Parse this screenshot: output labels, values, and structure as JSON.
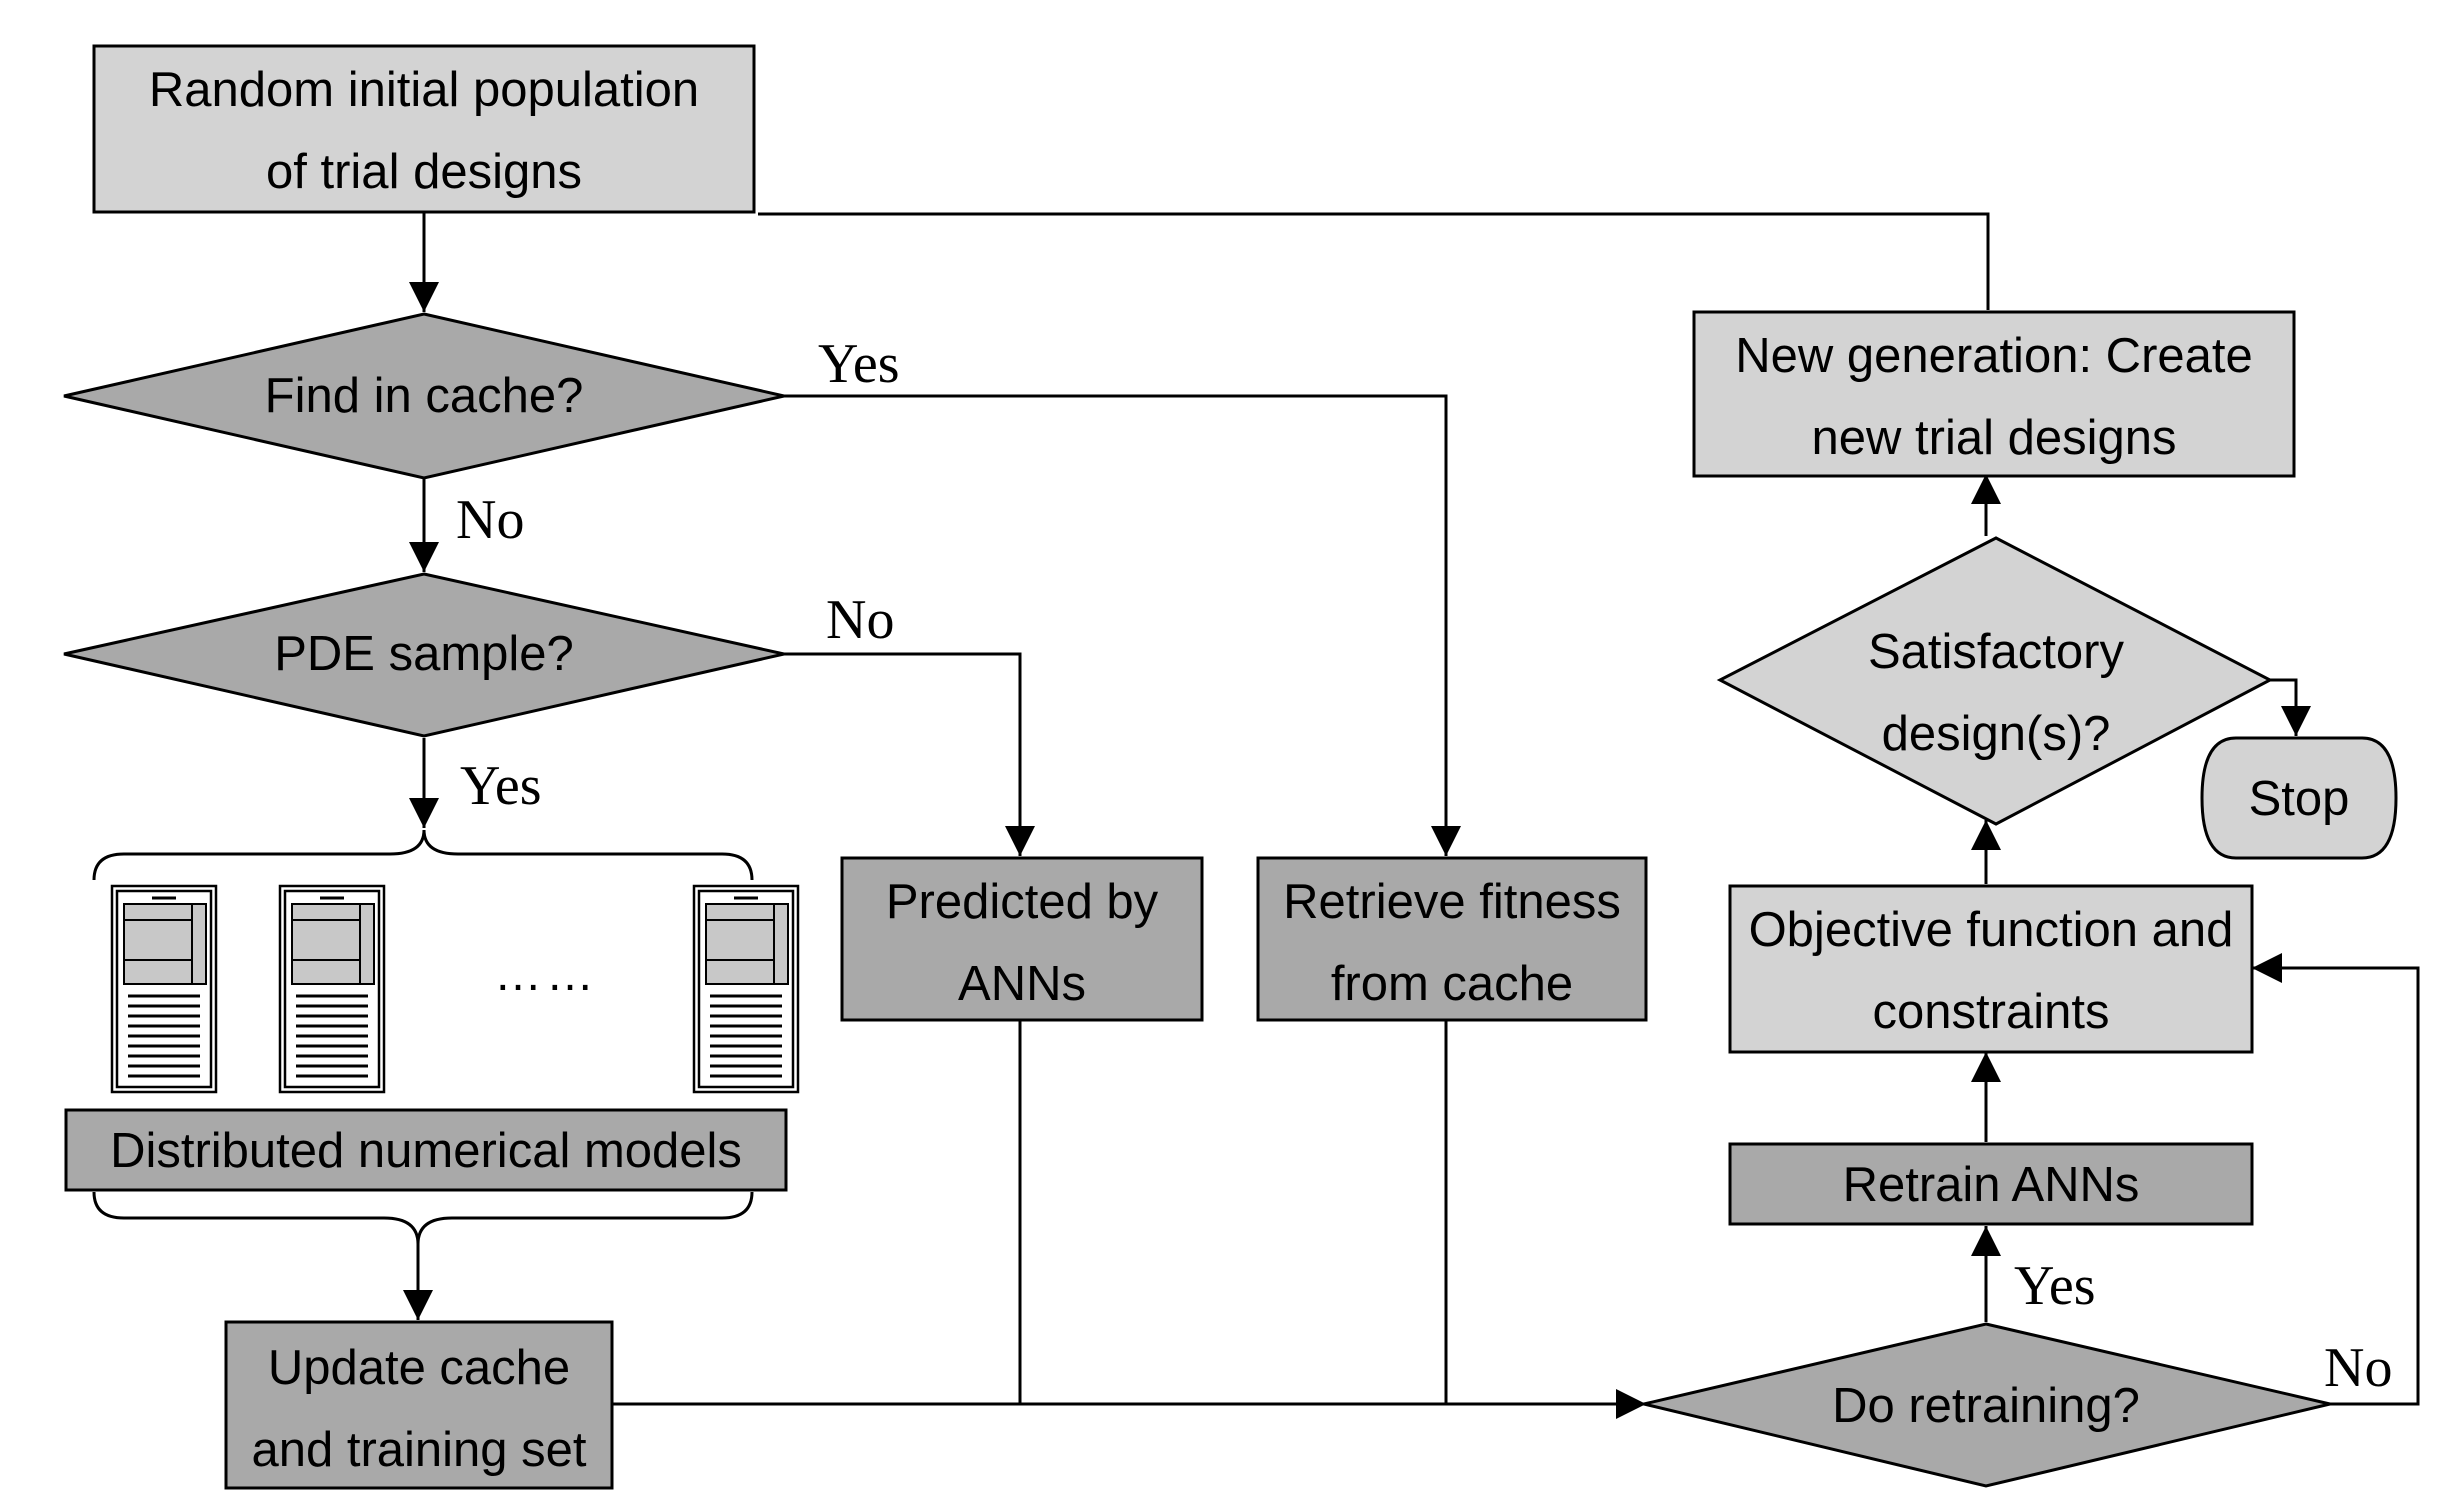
{
  "diagram": {
    "nodes": {
      "initial": {
        "line1": "Random initial population",
        "line2": "of trial designs"
      },
      "find_cache": {
        "text": "Find in cache?"
      },
      "pde_sample": {
        "text": "PDE sample?"
      },
      "predicted": {
        "line1": "Predicted by",
        "line2": "ANNs"
      },
      "retrieve": {
        "line1": "Retrieve fitness",
        "line2": "from cache"
      },
      "distributed": {
        "text": "Distributed numerical models"
      },
      "update_cache": {
        "line1": "Update cache",
        "line2": "and training set"
      },
      "new_generation": {
        "line1": "New generation: Create",
        "line2": "new trial designs"
      },
      "satisfactory": {
        "line1": "Satisfactory",
        "line2": "design(s)?"
      },
      "stop": {
        "text": "Stop"
      },
      "objective": {
        "line1": "Objective function and",
        "line2": "constraints"
      },
      "retrain": {
        "text": "Retrain ANNs"
      },
      "do_retraining": {
        "text": "Do retraining?"
      }
    },
    "edges": {
      "find_yes": "Yes",
      "find_no": "No",
      "pde_no": "No",
      "pde_yes": "Yes",
      "retrain_yes": "Yes",
      "retrain_no": "No"
    },
    "servers": {
      "ellipsis": "……",
      "count": 3
    },
    "colors": {
      "light_box": "#d3d3d3",
      "dark_box": "#a9a9a9",
      "stroke": "#000000"
    }
  }
}
